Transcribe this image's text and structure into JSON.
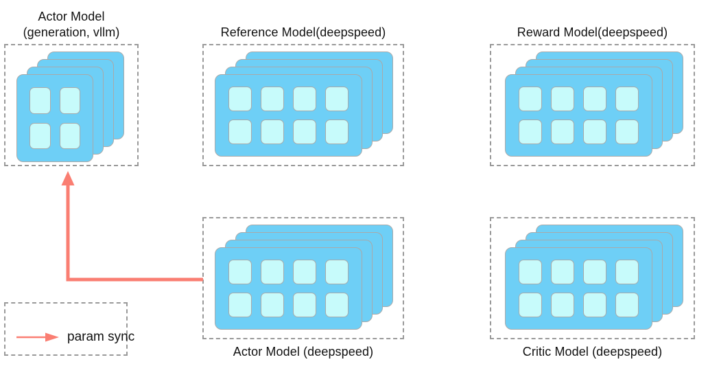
{
  "diagram": {
    "title_colors": {
      "card_fill": "#6ECFF6",
      "cell_fill": "#C7FBFB",
      "card_stroke": "#A9A9A9",
      "dashed_border": "#999999",
      "arrow": "#FA7E72",
      "text": "#101010",
      "background": "#FFFFFF"
    },
    "groups": [
      {
        "id": "actor-vllm",
        "label": "Actor Model\n(generation, vllm)",
        "label_position": "top",
        "card_layout": "2x2",
        "cell_count": 4,
        "stack_depth": 4
      },
      {
        "id": "reference-model",
        "label": "Reference Model(deepspeed)",
        "label_position": "top",
        "card_layout": "2x4",
        "cell_count": 8,
        "stack_depth": 4
      },
      {
        "id": "reward-model",
        "label": "Reward Model(deepspeed)",
        "label_position": "top",
        "card_layout": "2x4",
        "cell_count": 8,
        "stack_depth": 4
      },
      {
        "id": "actor-deepspeed",
        "label": "Actor Model (deepspeed)",
        "label_position": "bottom",
        "card_layout": "2x4",
        "cell_count": 8,
        "stack_depth": 4
      },
      {
        "id": "critic-model",
        "label": "Critic Model (deepspeed)",
        "label_position": "bottom",
        "card_layout": "2x4",
        "cell_count": 8,
        "stack_depth": 4
      }
    ],
    "connections": [
      {
        "id": "param-sync-arrow",
        "from": "actor-deepspeed",
        "to": "actor-vllm",
        "style": "elbow",
        "color": "#FA7E72"
      }
    ],
    "legend": {
      "label": "param sync",
      "arrow_color": "#FA7E72"
    }
  }
}
